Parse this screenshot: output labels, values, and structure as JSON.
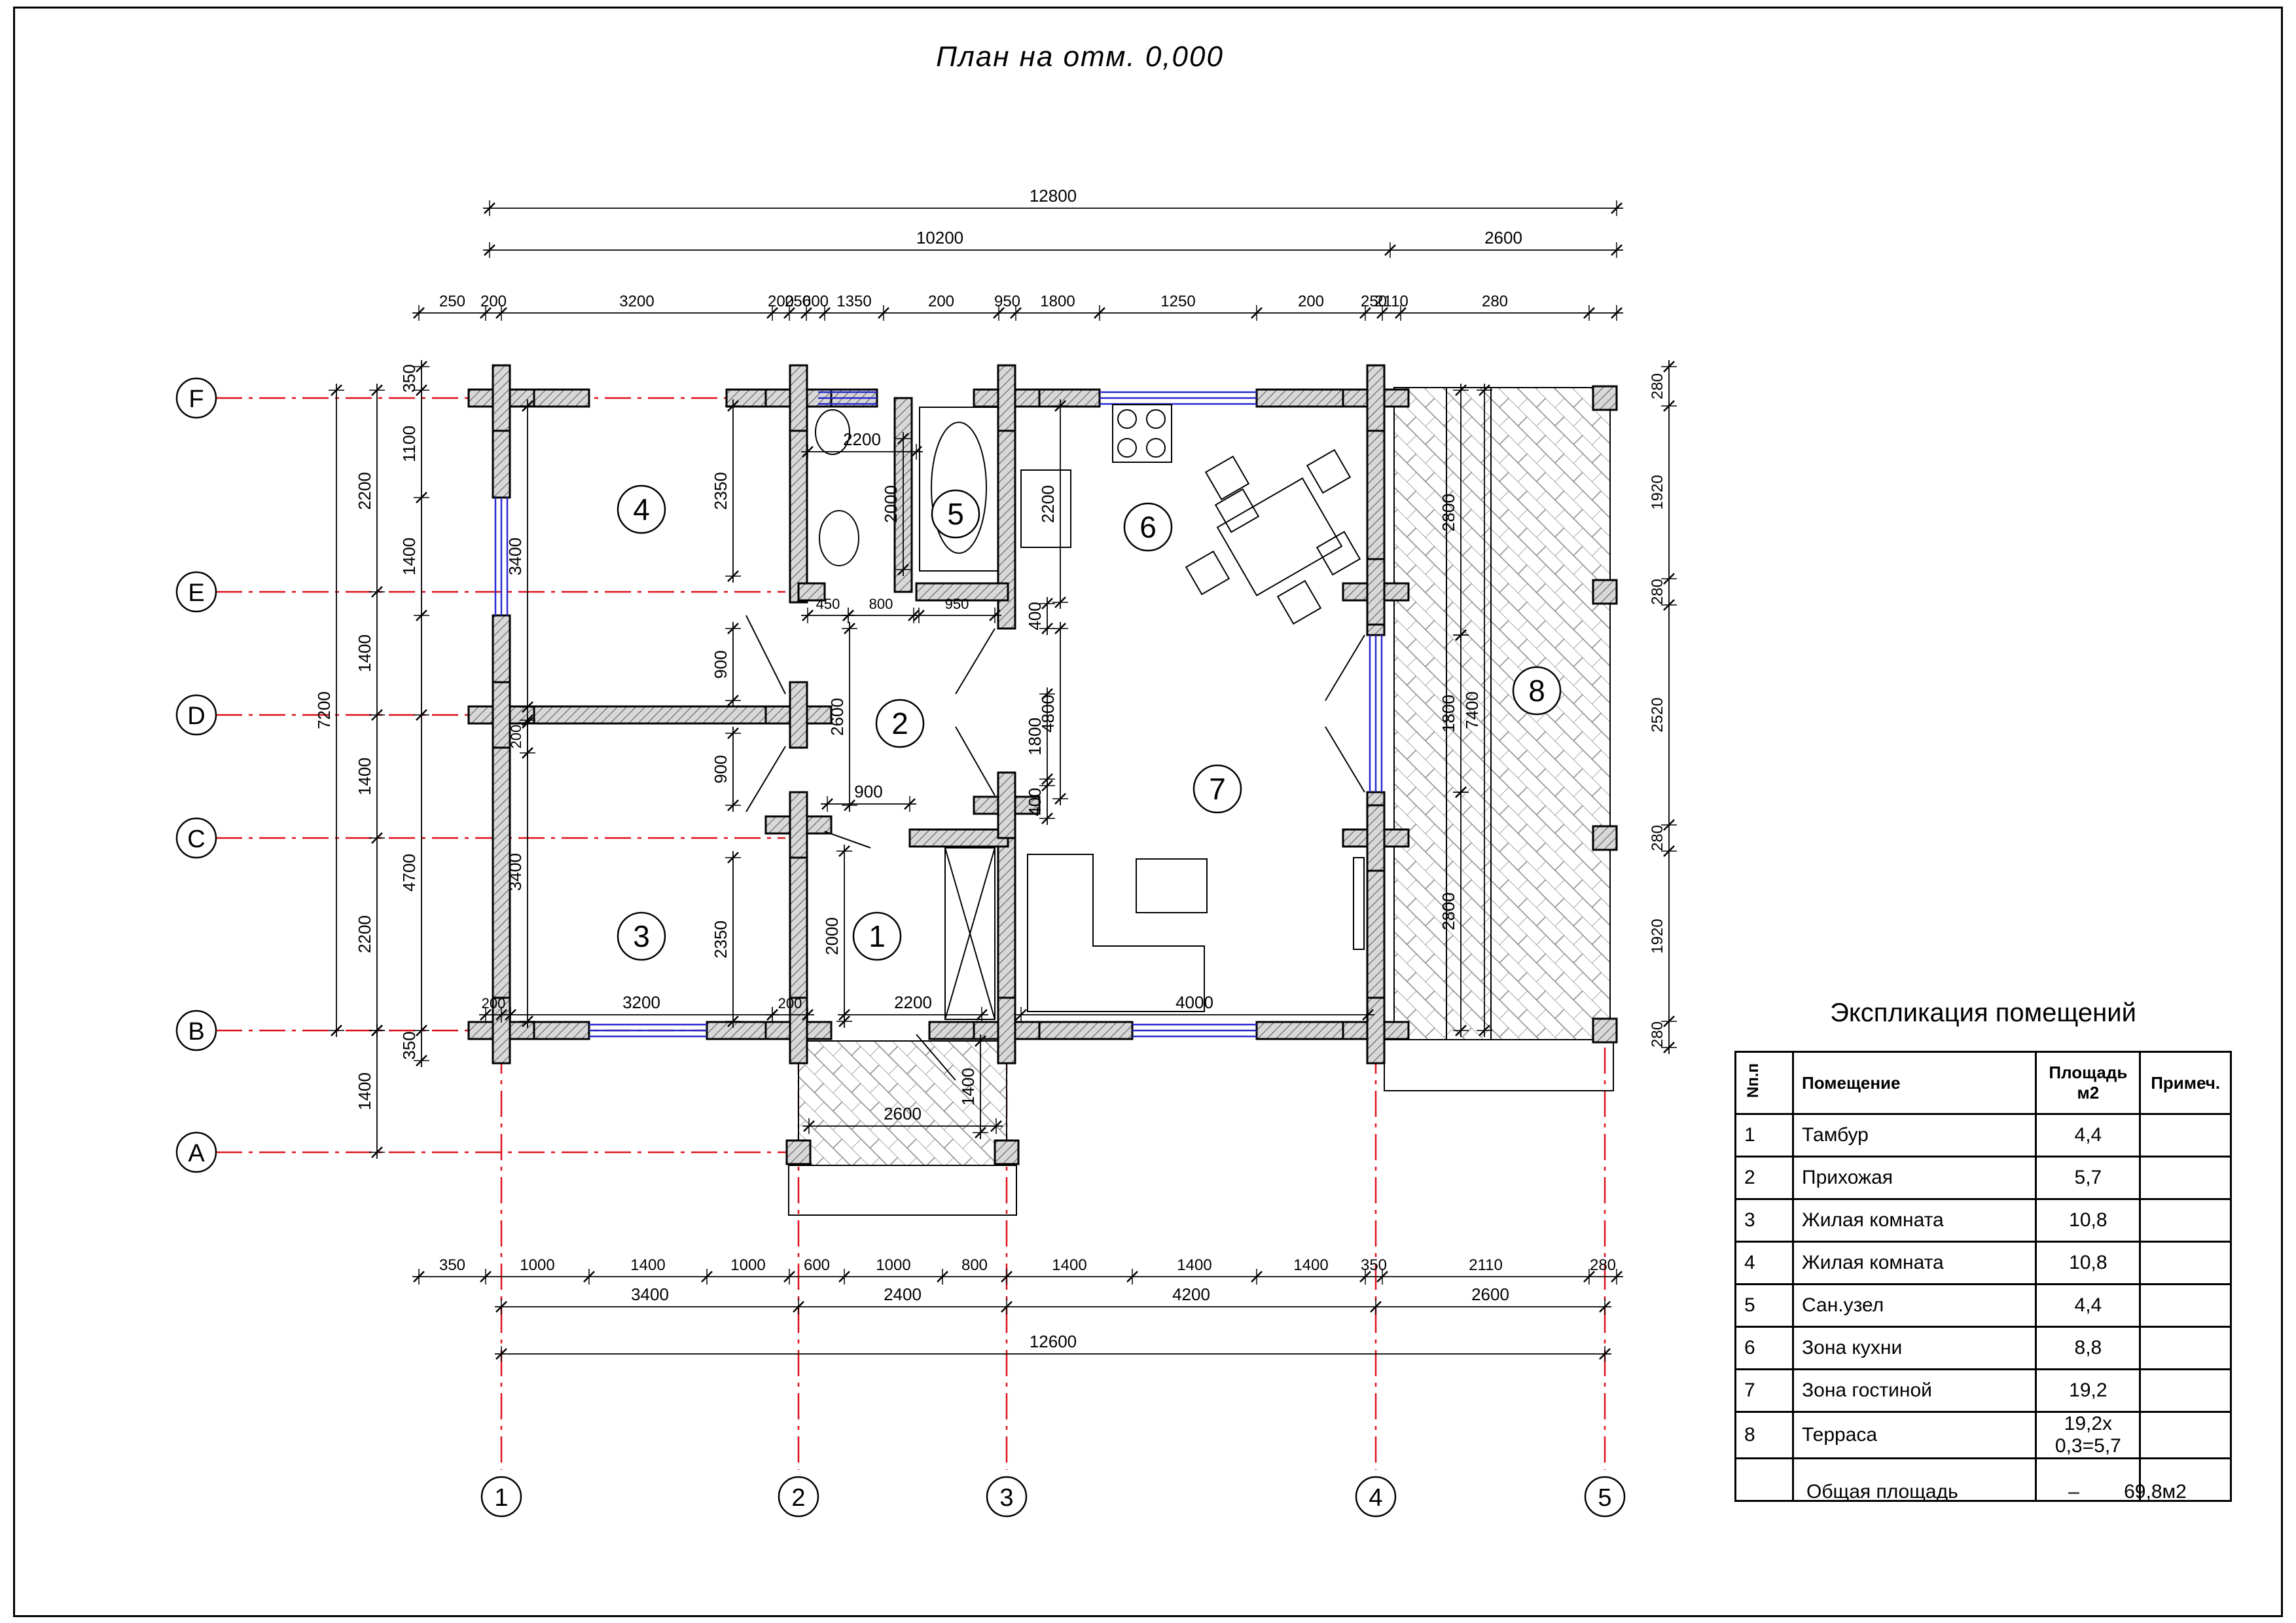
{
  "title": "План на отм. 0,000",
  "axes": {
    "rows": [
      "F",
      "E",
      "D",
      "C",
      "B",
      "A"
    ],
    "cols": [
      "1",
      "2",
      "3",
      "4",
      "5"
    ]
  },
  "dims": {
    "top_total": "12800",
    "top_mid1": "10200",
    "top_mid2": "2600",
    "top_chain": [
      "250",
      "200",
      "3200",
      "200",
      "250",
      "600",
      "1350",
      "200",
      "950",
      "1800",
      "1250",
      "200",
      "250",
      "2110",
      "280"
    ],
    "bottom_chain": [
      "350",
      "1000",
      "1400",
      "1000",
      "600",
      "1000",
      "800",
      "1400",
      "1400",
      "1400",
      "350",
      "2110",
      "280"
    ],
    "bottom_mid": [
      "3400",
      "2400",
      "4200",
      "2600"
    ],
    "bottom_total": "12600",
    "left_outer": [
      "7200"
    ],
    "left_mid": [
      "2200",
      "1400",
      "1400",
      "2200",
      "4700",
      "1400"
    ],
    "left_inner": [
      "350",
      "1100",
      "1400",
      "350"
    ],
    "right_outer": [
      "280",
      "1920",
      "280",
      "2520",
      "280",
      "1920",
      "280"
    ],
    "right_inner": [
      "2800",
      "7400",
      "1800",
      "2800"
    ],
    "interior": [
      "2350",
      "3400",
      "200",
      "900",
      "900",
      "3400",
      "2350",
      "200",
      "3200",
      "200",
      "2200",
      "2000",
      "2200",
      "2000",
      "450",
      "800",
      "950",
      "400",
      "1800",
      "400",
      "900",
      "2600",
      "2200",
      "4800",
      "4000",
      "1400",
      "2600"
    ]
  },
  "rooms": [
    "1",
    "2",
    "3",
    "4",
    "5",
    "6",
    "7",
    "8"
  ],
  "explication": {
    "title": "Экспликация помещений",
    "headers": [
      "Nп.п",
      "Помещение",
      "Площадь м2",
      "Примеч."
    ],
    "rows": [
      {
        "n": "1",
        "name": "Тамбур",
        "area": "4,4",
        "note": ""
      },
      {
        "n": "2",
        "name": "Прихожая",
        "area": "5,7",
        "note": ""
      },
      {
        "n": "3",
        "name": "Жилая комната",
        "area": "10,8",
        "note": ""
      },
      {
        "n": "4",
        "name": "Жилая комната",
        "area": "10,8",
        "note": ""
      },
      {
        "n": "5",
        "name": "Сан.узел",
        "area": "4,4",
        "note": ""
      },
      {
        "n": "6",
        "name": "Зона кухни",
        "area": "8,8",
        "note": ""
      },
      {
        "n": "7",
        "name": "Зона гостиной",
        "area": "19,2",
        "note": ""
      },
      {
        "n": "8",
        "name": "Терраса",
        "area": "19,2х 0,3=5,7",
        "note": ""
      },
      {
        "n": "",
        "name": "",
        "area": "",
        "note": ""
      }
    ],
    "total_label": "Общая площадь",
    "total_dash": "–",
    "total_value": "69,8м2"
  },
  "colors": {
    "axis": "#e0101a",
    "window": "#2828d0",
    "wall": "#b8b8b8",
    "ink": "#000000"
  }
}
